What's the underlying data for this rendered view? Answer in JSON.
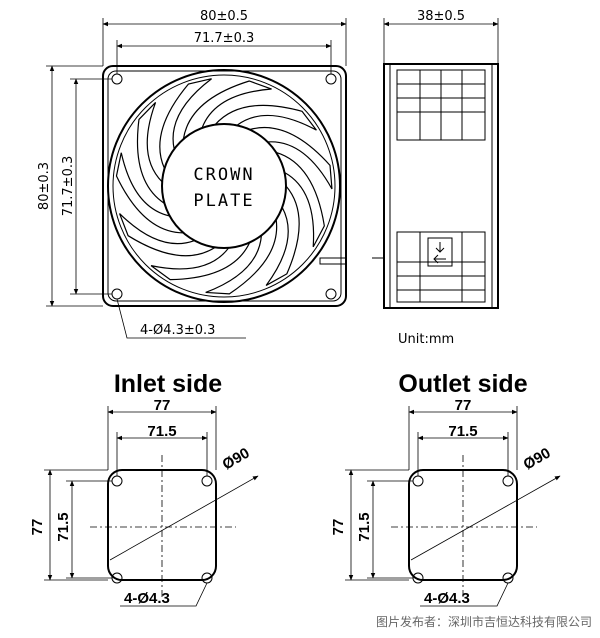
{
  "front_view": {
    "overall_width": "80±0.5",
    "hole_pitch_width": "71.7±0.3",
    "overall_height": "80±0.3",
    "hole_pitch_height": "71.7±0.3",
    "brand_line1": "CROWN",
    "brand_line2": "PLATE",
    "mounting_holes": "4-Ø4.3±0.3"
  },
  "side_view": {
    "depth": "38±0.5",
    "unit": "Unit:mm"
  },
  "inlet": {
    "title": "Inlet side",
    "width_outer": "77",
    "width_inner": "71.5",
    "height_outer": "77",
    "height_inner": "71.5",
    "diameter": "Ø90",
    "holes": "4-Ø4.3"
  },
  "outlet": {
    "title": "Outlet side",
    "width_outer": "77",
    "width_inner": "71.5",
    "height_outer": "77",
    "height_inner": "71.5",
    "diameter": "Ø90",
    "holes": "4-Ø4.3"
  },
  "watermark": "图片发布者：深圳市吉恒达科技有限公司"
}
